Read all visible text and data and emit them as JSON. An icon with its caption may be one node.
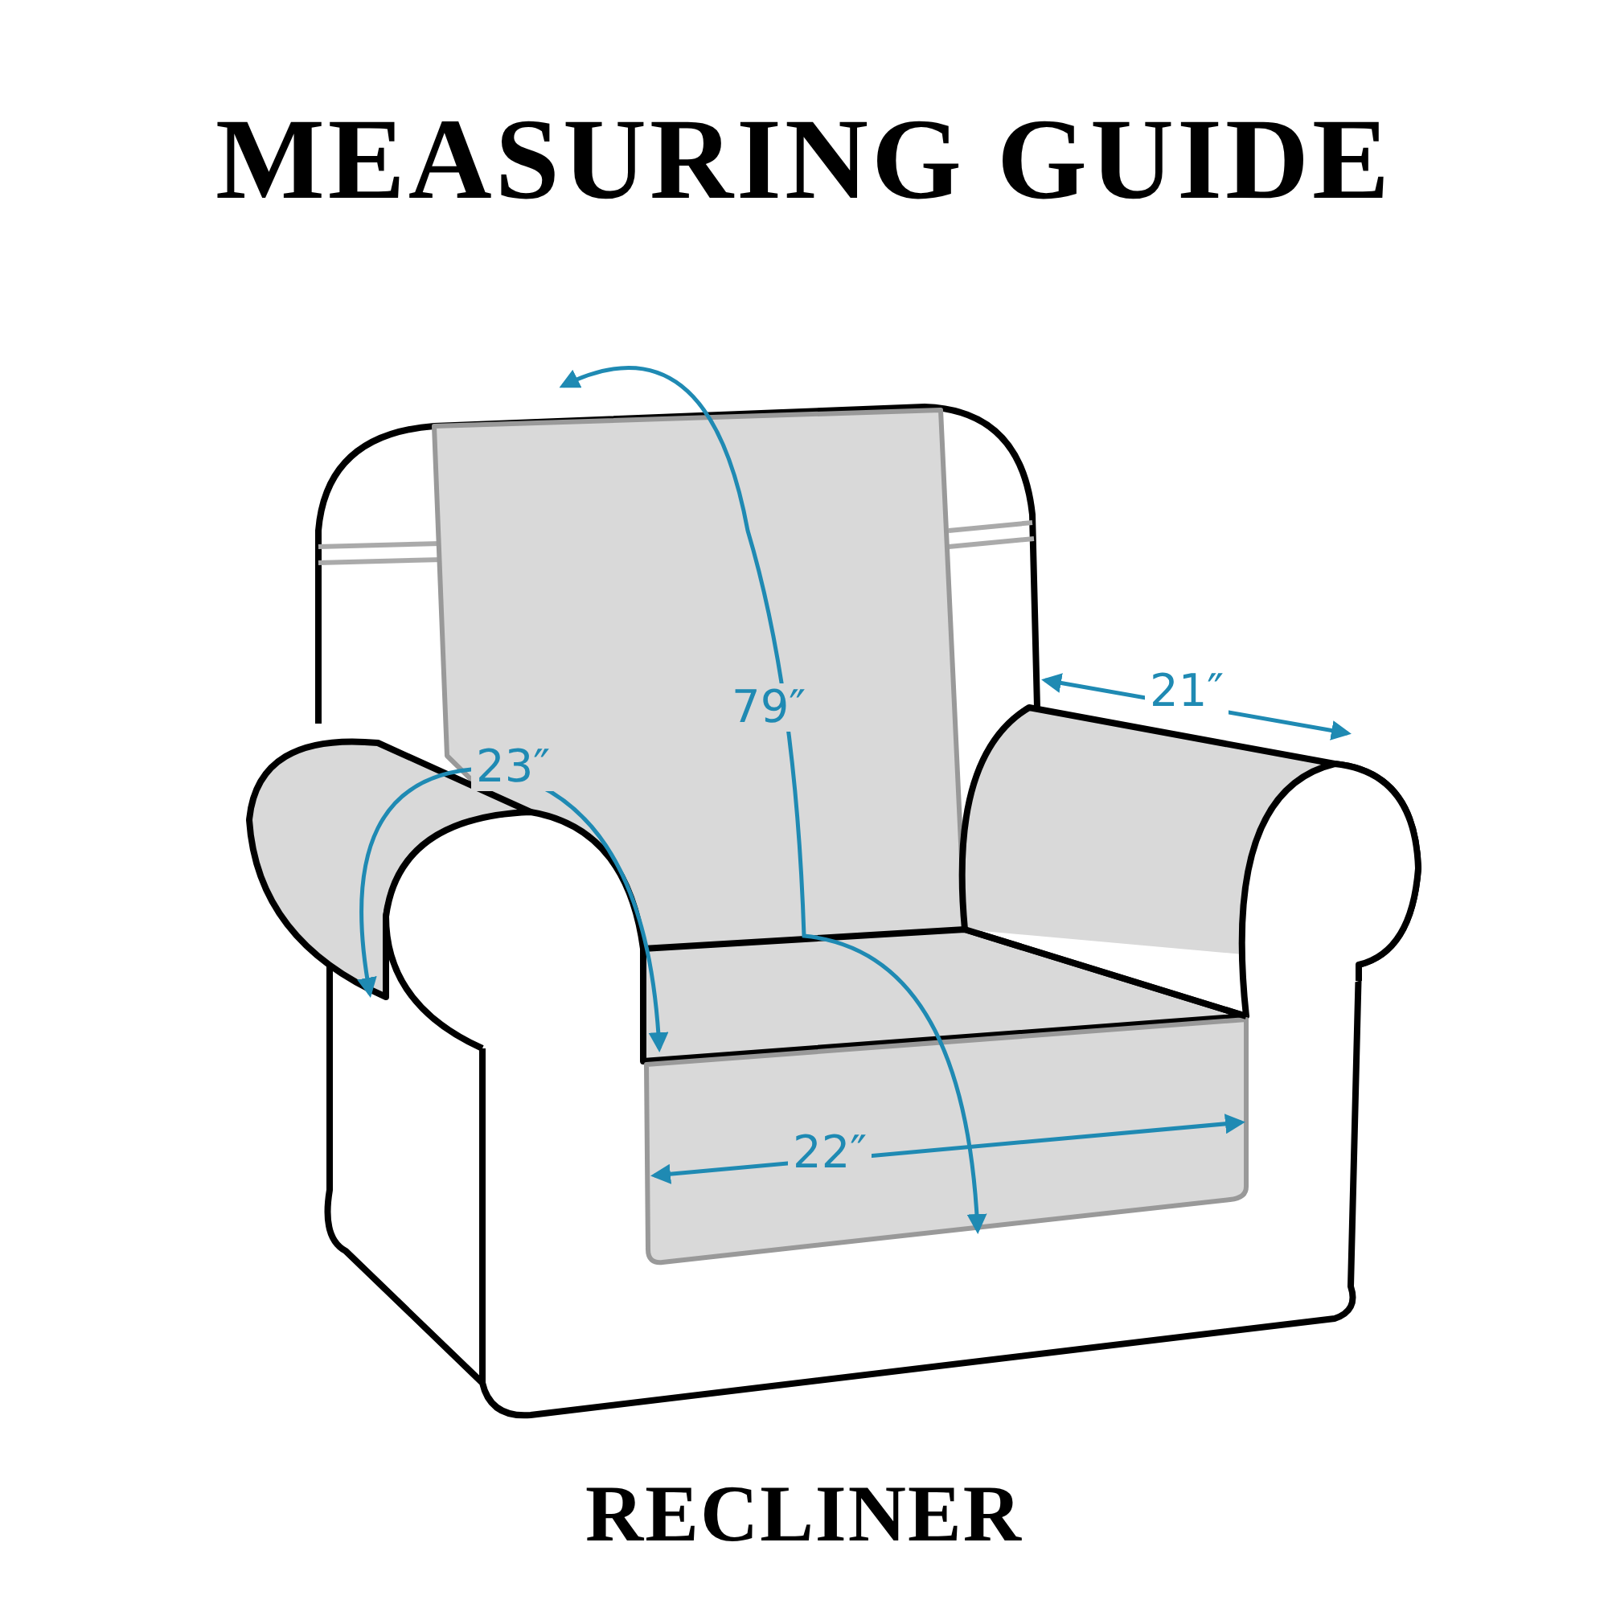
{
  "diagram": {
    "title": "MEASURING GUIDE",
    "caption": "RECLINER",
    "labels": [
      "79″",
      "21″",
      "23″",
      "22″"
    ]
  }
}
